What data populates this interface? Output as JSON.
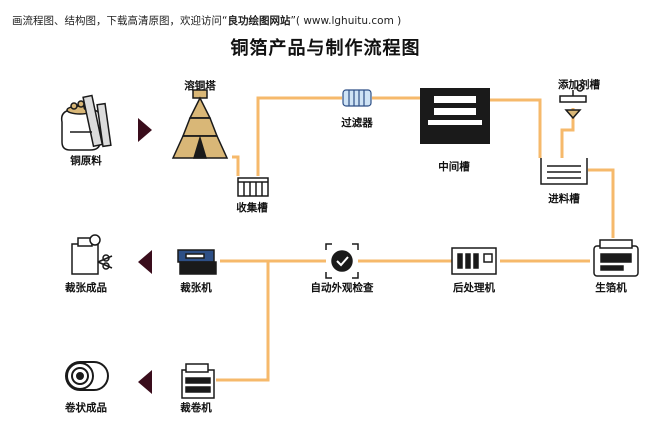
{
  "header": {
    "prefix": "画流程图、结构图，下载高清原图，欢迎访问“",
    "site_name": "良功绘图网站",
    "suffix": "”( www.lghuitu.com )"
  },
  "title": "铜箔产品与制作流程图",
  "nodes": {
    "raw_copper": "铜原料",
    "melting_tower": "溶铜塔",
    "collection_tank": "收集槽",
    "filter": "过滤器",
    "intermediate_tank": "中间槽",
    "additive_tank": "添加剂槽",
    "feed_tank": "进料槽",
    "foil_machine": "生箔机",
    "post_processor": "后处理机",
    "auto_inspection": "自动外观检查",
    "sheet_cutter": "裁张机",
    "sheet_product": "裁张成品",
    "roll_cutter": "裁卷机",
    "roll_product": "卷状成品"
  },
  "colors": {
    "connector": "#f6b96b",
    "arrow": "#3a0d1c",
    "icon_dark": "#1a1a1a",
    "icon_blue": "#2d4f86",
    "icon_tan": "#d9b777"
  }
}
